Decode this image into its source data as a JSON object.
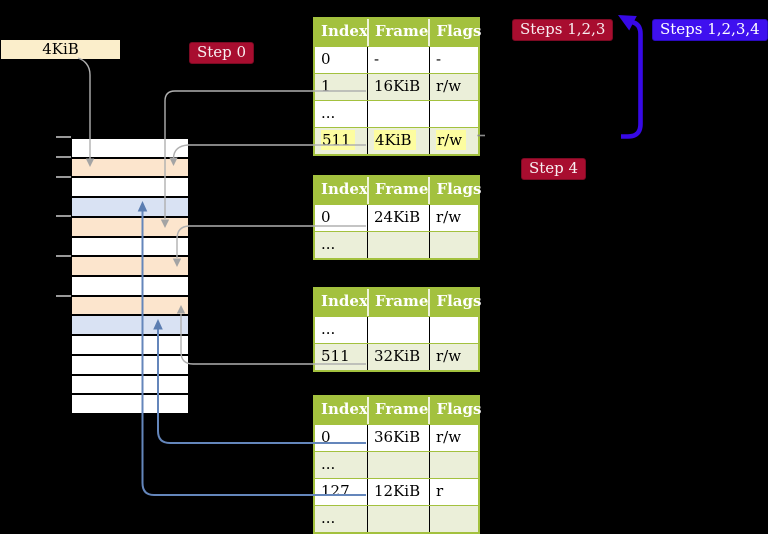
{
  "labels": {
    "frame_box": "4KiB",
    "step0": "Step 0",
    "steps123": "Steps 1,2,3",
    "steps1234": "Steps 1,2,3,4",
    "step4": "Step 4"
  },
  "colors": {
    "background": "#000000",
    "table_header_green": "#a3c13e",
    "table_row_green": "#ebefd9",
    "highlight_yellow": "#fdfda0",
    "memory_row_orange": "#fce5cd",
    "memory_row_blue": "#d9e2f3",
    "badge_red": "#a80d2f",
    "badge_blue": "#3f10ef",
    "connector_gray": "#b0b0b0",
    "connector_blue": "#6486bb",
    "big_arrow_blue": "#3709e6",
    "frame_box_bg": "#fbeecb"
  },
  "memory_column": {
    "rows": [
      "white",
      "orange",
      "white",
      "blue",
      "orange",
      "white",
      "orange",
      "white",
      "orange",
      "blue",
      "white",
      "white",
      "white",
      "white"
    ],
    "tick_ys": [
      136,
      156,
      176,
      215,
      255,
      295
    ]
  },
  "tables": [
    {
      "id": "level-1",
      "headers": [
        "Index",
        "Frame",
        "Flags"
      ],
      "rows": [
        {
          "index": "0",
          "frame": "-",
          "flags": "-"
        },
        {
          "index": "1",
          "frame": "16KiB",
          "flags": "r/w"
        },
        {
          "index": "...",
          "frame": "",
          "flags": ""
        },
        {
          "index": "511",
          "frame": "4KiB",
          "flags": "r/w"
        }
      ]
    },
    {
      "id": "level-2",
      "headers": [
        "Index",
        "Frame",
        "Flags"
      ],
      "rows": [
        {
          "index": "0",
          "frame": "24KiB",
          "flags": "r/w"
        },
        {
          "index": "...",
          "frame": "",
          "flags": ""
        }
      ]
    },
    {
      "id": "level-3",
      "headers": [
        "Index",
        "Frame",
        "Flags"
      ],
      "rows": [
        {
          "index": "...",
          "frame": "",
          "flags": ""
        },
        {
          "index": "511",
          "frame": "32KiB",
          "flags": "r/w"
        }
      ]
    },
    {
      "id": "level-4",
      "headers": [
        "Index",
        "Frame",
        "Flags"
      ],
      "rows": [
        {
          "index": "0",
          "frame": "36KiB",
          "flags": "r/w"
        },
        {
          "index": "...",
          "frame": "",
          "flags": ""
        },
        {
          "index": "127",
          "frame": "12KiB",
          "flags": "r"
        },
        {
          "index": "...",
          "frame": "",
          "flags": ""
        }
      ]
    }
  ]
}
